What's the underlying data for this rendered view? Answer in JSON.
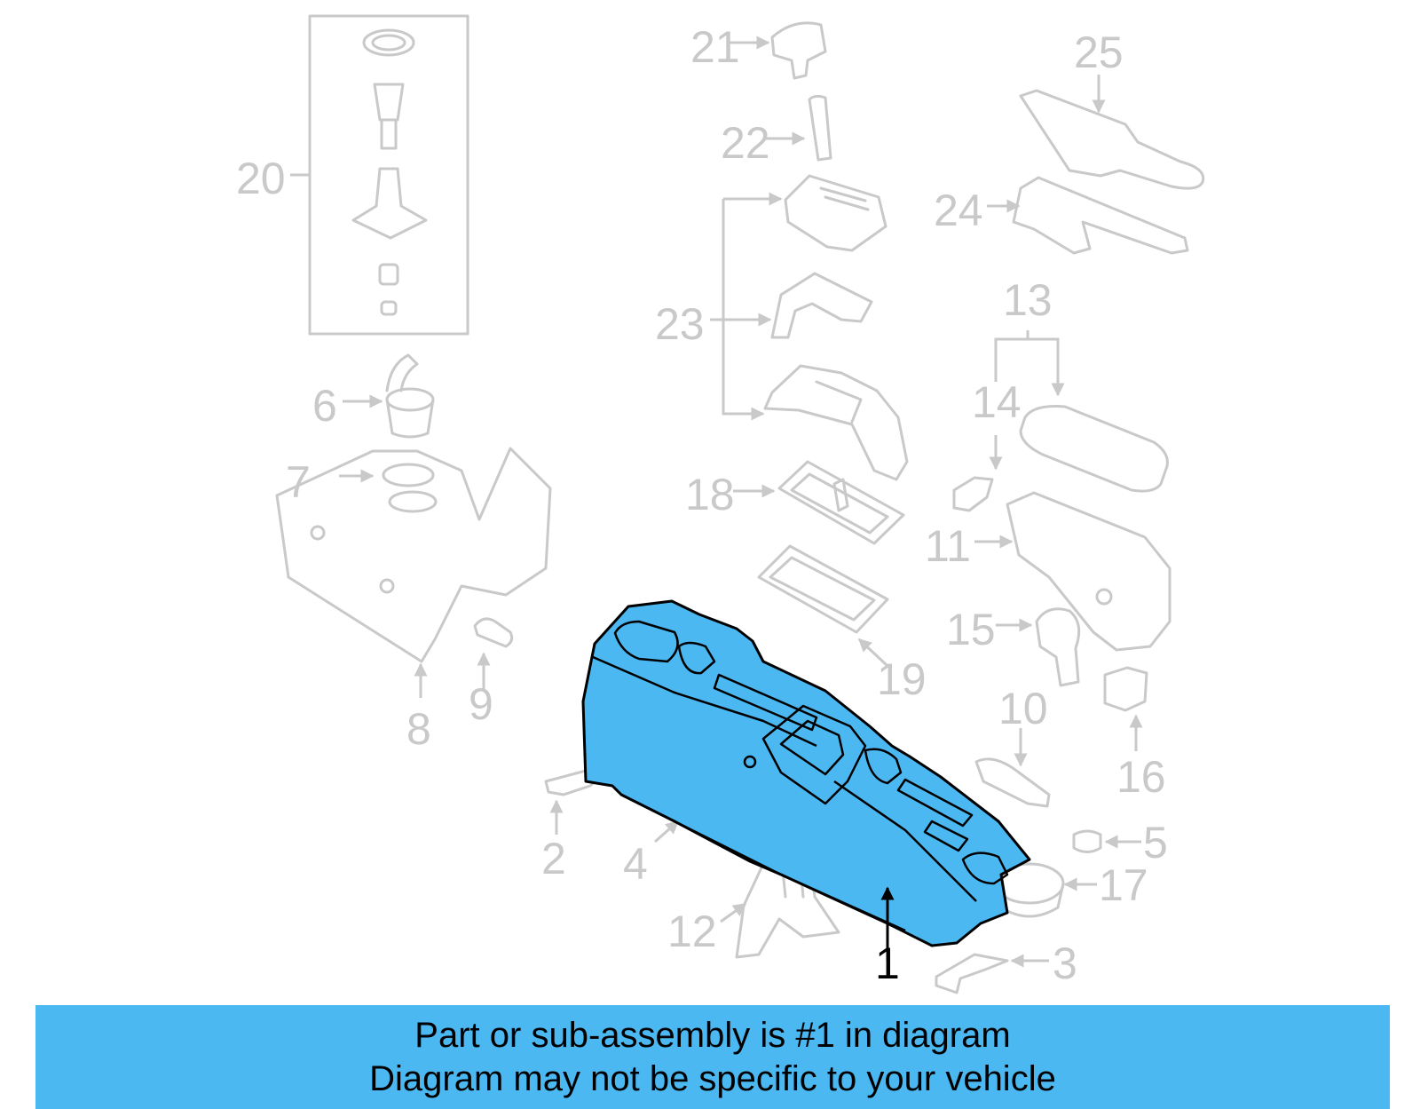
{
  "callouts": {
    "c1": "1",
    "c2": "2",
    "c3": "3",
    "c4": "4",
    "c5": "5",
    "c6": "6",
    "c7": "7",
    "c8": "8",
    "c9": "9",
    "c10": "10",
    "c11": "11",
    "c12": "12",
    "c13": "13",
    "c14": "14",
    "c15": "15",
    "c16": "16",
    "c17": "17",
    "c18": "18",
    "c19": "19",
    "c20": "20",
    "c21": "21",
    "c22": "22",
    "c23": "23",
    "c24": "24",
    "c25": "25"
  },
  "highlight_color": "#4bb8f2",
  "banner": {
    "line1": "Part or sub-assembly is #1 in diagram",
    "line2": "Diagram may not be specific to your vehicle"
  }
}
